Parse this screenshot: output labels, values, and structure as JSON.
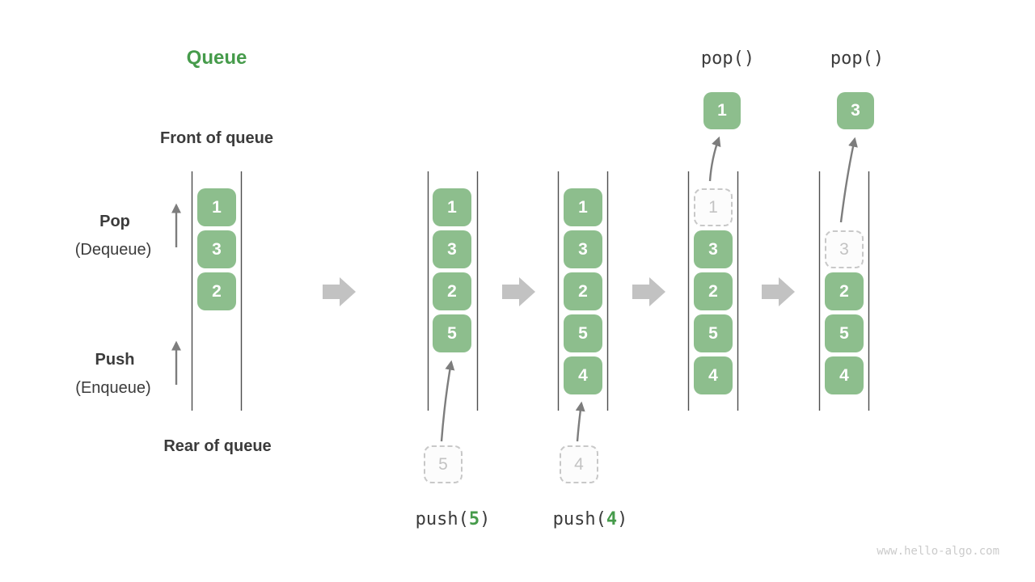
{
  "title": "Queue",
  "colors": {
    "box_green": "#8dbe8d",
    "accent_green": "#469b4b",
    "text_dark": "#3b3b3b",
    "gray_arrow": "#c2c2c2",
    "thin_arrow": "#7d7d7d",
    "wall": "#4d4d4d",
    "ghost_border": "#c8c8c8",
    "ghost_text": "#c3c3c3",
    "watermark": "#cbcbcb"
  },
  "labels": {
    "front": "Front of queue",
    "rear": "Rear of queue",
    "pop": "Pop",
    "pop_sub": "(Dequeue)",
    "push": "Push",
    "push_sub": "(Enqueue)"
  },
  "ops": {
    "pop_label": "pop()",
    "push_prefix": "push(",
    "push_suffix": ")"
  },
  "push_args": [
    "5",
    "4"
  ],
  "popped": [
    "1",
    "3"
  ],
  "columns": [
    {
      "values": [
        "1",
        "3",
        "2"
      ]
    },
    {
      "values": [
        "1",
        "3",
        "2",
        "5"
      ]
    },
    {
      "values": [
        "1",
        "3",
        "2",
        "5",
        "4"
      ]
    },
    {
      "ghost": "1",
      "values": [
        "3",
        "2",
        "5",
        "4"
      ]
    },
    {
      "ghost": "3",
      "values": [
        "2",
        "5",
        "4"
      ]
    }
  ],
  "watermark": "www.hello-algo.com"
}
